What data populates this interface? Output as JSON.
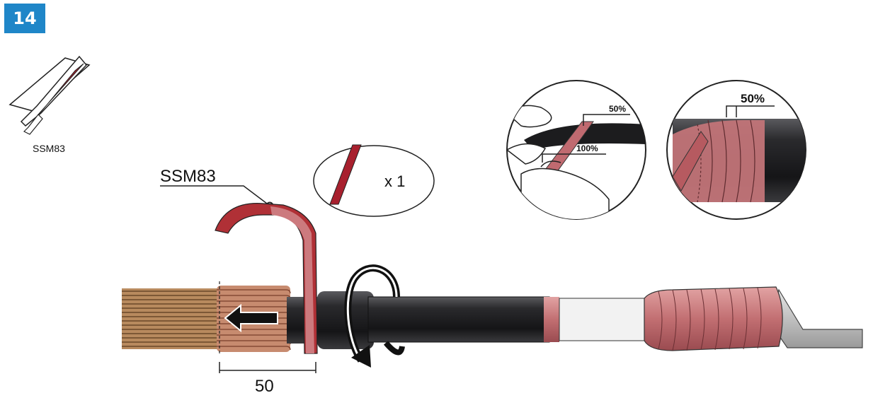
{
  "step_number": "14",
  "product_icon": {
    "label": "SSM83"
  },
  "callout": {
    "label": "SSM83"
  },
  "quantity": {
    "label": "x 1"
  },
  "dimension": {
    "label": "50"
  },
  "detail_left": {
    "overlap_label": "50%",
    "stretch_label": "100%"
  },
  "detail_right": {
    "overlap_label": "50%"
  },
  "colors": {
    "badge_blue": "#1f86c8",
    "tape_red": "#a8202e",
    "tape_pink": "#c87a7a",
    "cable_black": "#1c1c1e",
    "copper": "#b88060"
  }
}
